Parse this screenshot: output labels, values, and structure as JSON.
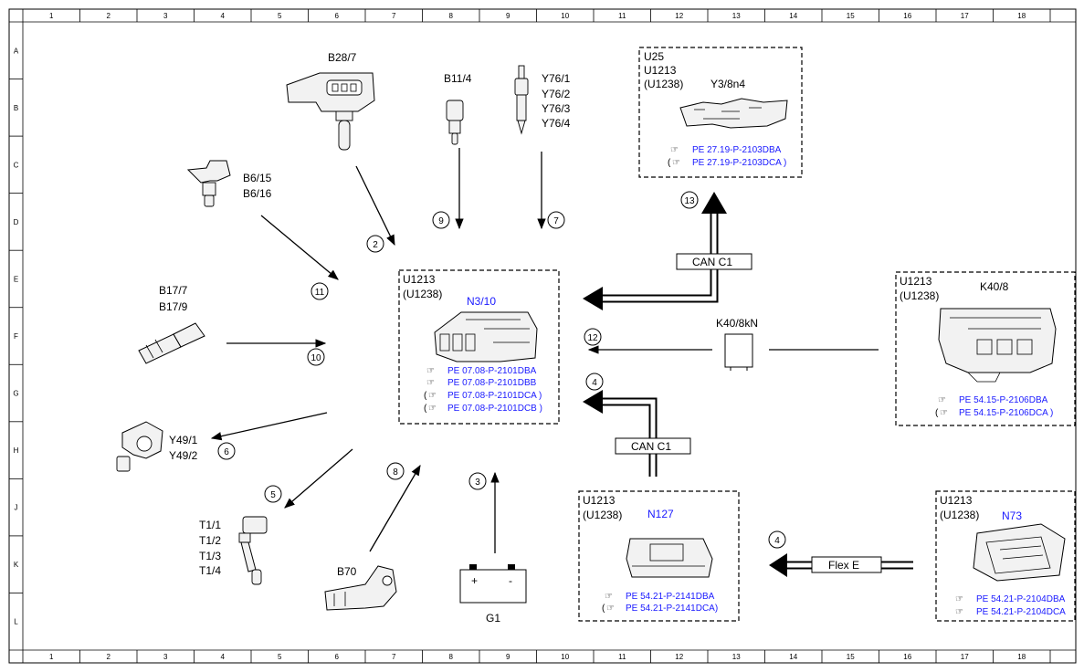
{
  "grid": {
    "columns": [
      "1",
      "2",
      "3",
      "4",
      "5",
      "6",
      "7",
      "8",
      "9",
      "10",
      "11",
      "12",
      "13",
      "14",
      "15",
      "16",
      "17",
      "18"
    ],
    "rows": [
      "A",
      "B",
      "C",
      "D",
      "E",
      "F",
      "G",
      "H",
      "J",
      "K",
      "L"
    ]
  },
  "components": {
    "b28_7": "B28/7",
    "b11_4": "B11/4",
    "y76": [
      "Y76/1",
      "Y76/2",
      "Y76/3",
      "Y76/4"
    ],
    "b6": [
      "B6/15",
      "B6/16"
    ],
    "b17": [
      "B17/7",
      "B17/9"
    ],
    "y49": [
      "Y49/1",
      "Y49/2"
    ],
    "t1": [
      "T1/1",
      "T1/2",
      "T1/3",
      "T1/4"
    ],
    "b70": "B70",
    "g1": "G1",
    "g1_plus": "+",
    "g1_minus": "-",
    "k40_8kn": "K40/8kN"
  },
  "modules": {
    "u25": {
      "lines": [
        "U25",
        "U1213",
        "(U1238)"
      ],
      "name": "Y3/8n4",
      "refs": [
        "PE 27.19-P-2103DBA",
        "PE 27.19-P-2103DCA )"
      ],
      "ref_prefix": [
        "",
        "("
      ]
    },
    "n3_10": {
      "lines": [
        "U1213",
        "(U1238)"
      ],
      "name": "N3/10",
      "refs": [
        "PE 07.08-P-2101DBA",
        "PE 07.08-P-2101DBB",
        "PE 07.08-P-2101DCA )",
        "PE 07.08-P-2101DCB )"
      ],
      "ref_prefix": [
        "",
        "",
        "(",
        "("
      ]
    },
    "k40_8": {
      "lines": [
        "U1213",
        "(U1238)"
      ],
      "name": "K40/8",
      "refs": [
        "PE 54.15-P-2106DBA",
        "PE 54.15-P-2106DCA )"
      ],
      "ref_prefix": [
        "",
        "("
      ]
    },
    "n127": {
      "lines": [
        "U1213",
        "(U1238)"
      ],
      "name": "N127",
      "refs": [
        "PE 54.21-P-2141DBA",
        "PE 54.21-P-2141DCA)"
      ],
      "ref_prefix": [
        "",
        "("
      ]
    },
    "n73": {
      "lines": [
        "U1213",
        "(U1238)"
      ],
      "name": "N73",
      "refs": [
        "PE 54.21-P-2104DBA",
        "PE 54.21-P-2104DCA"
      ],
      "ref_prefix": [
        "",
        ""
      ]
    }
  },
  "bus_labels": {
    "can_top": "CAN C1",
    "can_bottom": "CAN C1",
    "flex": "Flex E"
  },
  "signals": {
    "s2": "2",
    "s3": "3",
    "s4a": "4",
    "s4b": "4",
    "s5": "5",
    "s6": "6",
    "s7": "7",
    "s8": "8",
    "s9": "9",
    "s10": "10",
    "s11": "11",
    "s12": "12",
    "s13": "13"
  },
  "colors": {
    "ref_text": "#1a1aff",
    "line": "#000000",
    "background": "#ffffff"
  }
}
